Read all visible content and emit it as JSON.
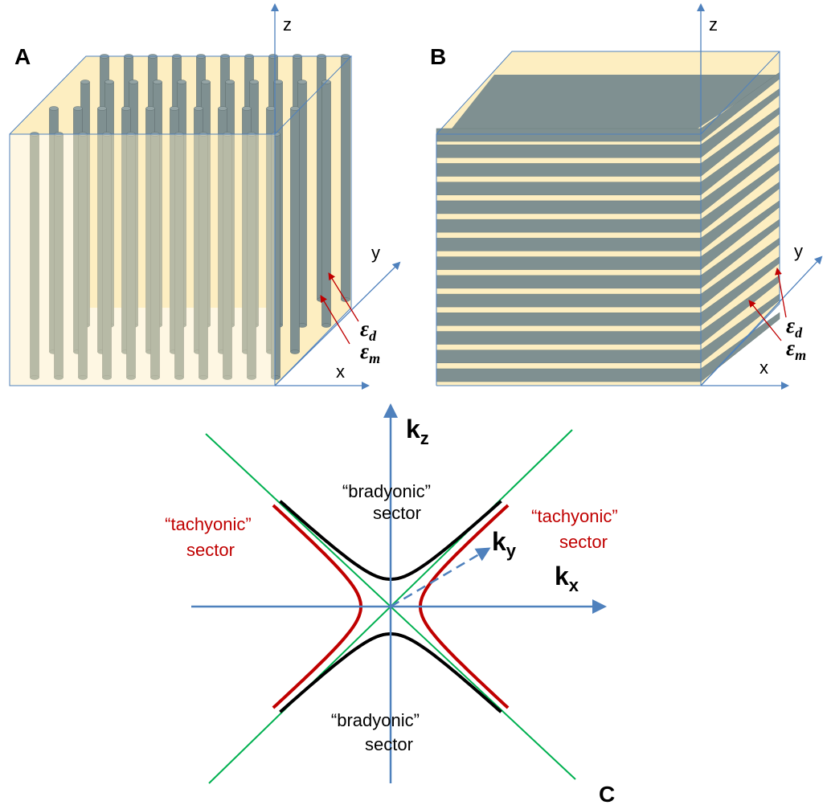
{
  "panels": {
    "a": {
      "label": "A",
      "axes": {
        "z": "z",
        "y": "y",
        "x": "x"
      },
      "labels": {
        "eps_d": "ε",
        "eps_d_sub": "d",
        "eps_m": "ε",
        "eps_m_sub": "m"
      }
    },
    "b": {
      "label": "B",
      "axes": {
        "z": "z",
        "y": "y",
        "x": "x"
      },
      "labels": {
        "eps_d": "ε",
        "eps_d_sub": "d",
        "eps_m": "ε",
        "eps_m_sub": "m"
      }
    },
    "c": {
      "label": "C",
      "axes": {
        "kz": "k",
        "kz_sub": "z",
        "kx": "k",
        "kx_sub": "x",
        "ky": "k",
        "ky_sub": "y"
      },
      "sectors": {
        "bradyonic_top": [
          "“bradyonic”",
          "sector"
        ],
        "bradyonic_bottom": [
          "“bradyonic”",
          "sector"
        ],
        "tachyonic_left": [
          "“tachyonic”",
          "sector"
        ],
        "tachyonic_right": [
          "“tachyonic”",
          "sector"
        ]
      }
    }
  },
  "colors": {
    "slab_fill": "#fdeec1",
    "metal_fill": "#7f9091",
    "axis": "#4f81bd",
    "red_curve": "#c00000",
    "black_curve": "#000000",
    "green_asymptote": "#00b050",
    "annotation_arrow": "#c00000"
  }
}
